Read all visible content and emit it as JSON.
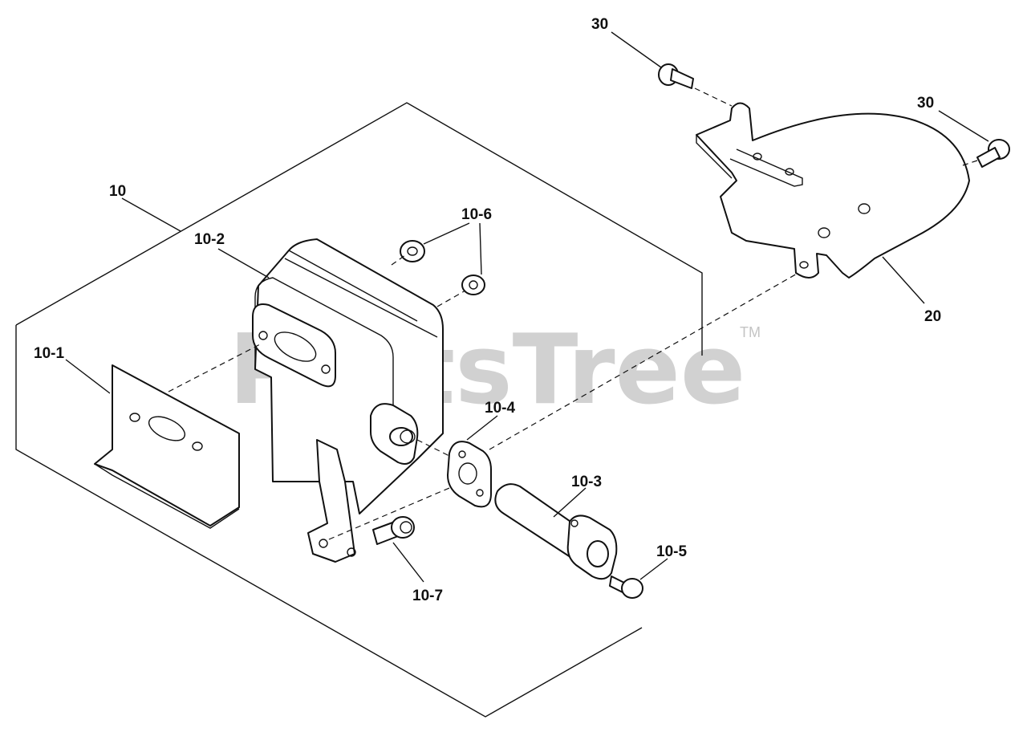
{
  "watermark": {
    "brand": "PartsTree",
    "tm": "TM"
  },
  "callouts": {
    "c10": "10",
    "c10_1": "10-1",
    "c10_2": "10-2",
    "c10_3": "10-3",
    "c10_4": "10-4",
    "c10_5": "10-5",
    "c10_6": "10-6",
    "c10_7": "10-7",
    "c20": "20",
    "c30a": "30",
    "c30b": "30"
  }
}
